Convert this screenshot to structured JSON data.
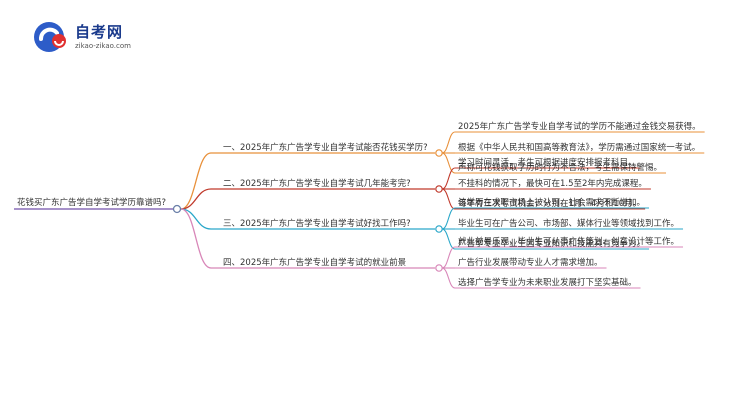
{
  "logo": {
    "title": "自考网",
    "subtitle": "zikao-zikao.com"
  },
  "root": {
    "label": "花钱买广东广告学自学考试学历靠谱吗?"
  },
  "branches": [
    {
      "label": "一、2025年广东广告学专业自学考试能否花钱买学历?",
      "color": "#e8903a",
      "leaves": [
        "2025年广东广告学专业自学考试的学历不能通过金钱交易获得。",
        "根据《中华人民共和国高等教育法》，学历需通过国家统一考试。",
        "声称可花钱获取学历的行为不合法，考生需保持警惕。"
      ]
    },
    {
      "label": "二、2025年广东广告学专业自学考试几年能考完?",
      "color": "#c0392b",
      "leaves": [
        "学习时间灵活，考生可根据进度安排报考科目。",
        "不挂科的情况下，最快可在1.5至2年内完成课程。",
        "每年有三次考试机会，分别在1月、4月和10月。"
      ]
    },
    {
      "label": "三、2025年广东广告学专业自学考试好找工作吗?",
      "color": "#2aa7c9",
      "leaves": [
        "该学历在求职市场上被认可，社会需求不断增加。",
        "毕业生可在广告公司、市场部、媒体行业等领域找到工作。",
        "广告学专业毕业生因专业知识和技能具有竞争力。"
      ]
    },
    {
      "label": "四、2025年广东广告学专业自学考试的就业前景",
      "color": "#d886b8",
      "leaves": [
        "就业前景乐观，毕业生可从事广告策划、创意设计等工作。",
        "广告行业发展带动专业人才需求增加。",
        "选择广告学专业为未来职业发展打下坚实基础。"
      ]
    }
  ]
}
